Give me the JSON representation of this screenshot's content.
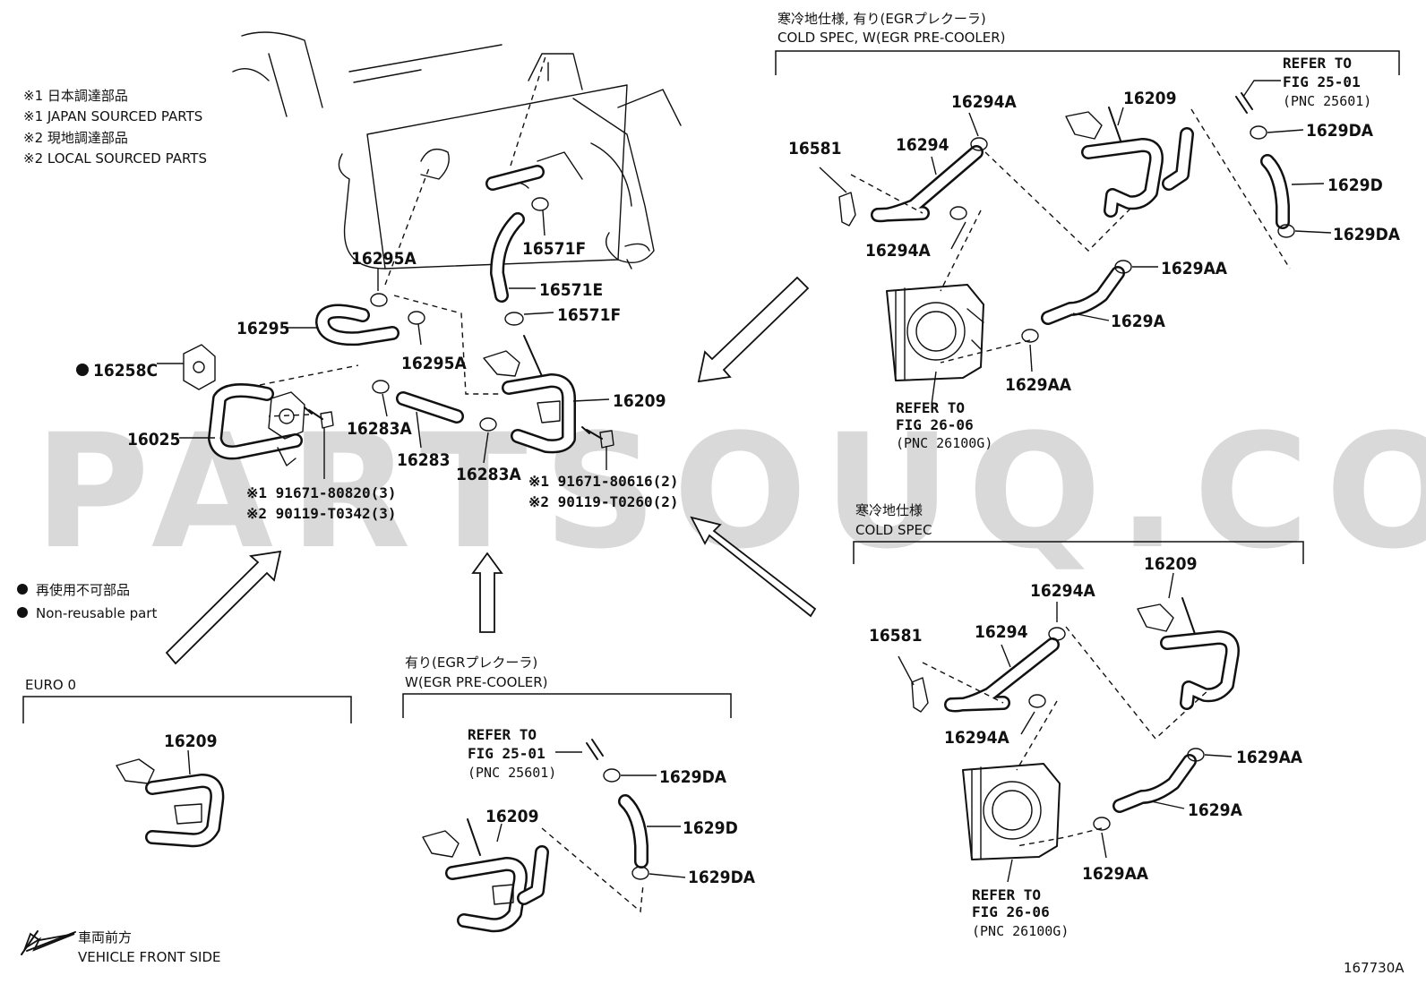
{
  "watermark": "PARTSOUQ.COM",
  "figure_number": "167730A",
  "legend": {
    "jp1": "※1 日本調達部品",
    "en1": "※1 JAPAN SOURCED PARTS",
    "jp2": "※2 現地調達部品",
    "en2": "※2 LOCAL SOURCED PARTS",
    "nonreuse_jp": "再使用不可部品",
    "nonreuse_en": "Non-reusable part",
    "vehicle_front_jp": "車両前方",
    "vehicle_front_en": "VEHICLE FRONT SIDE"
  },
  "main_parts": {
    "p16295A_top": "16295A",
    "p16295": "16295",
    "p16295A_bot": "16295A",
    "p16258C": "16258C",
    "p16025": "16025",
    "p16571F_top": "16571F",
    "p16571E": "16571E",
    "p16571F_bot": "16571F",
    "p16209": "16209",
    "p16283A_l": "16283A",
    "p16283": "16283",
    "p16283A_r": "16283A",
    "bolt_left_1": "※1 91671-80820(3)",
    "bolt_left_2": "※2 90119-T0342(3)",
    "bolt_right_1": "※1 91671-80616(2)",
    "bolt_right_2": "※2 90119-T0260(2)"
  },
  "section_cold_egr": {
    "title_jp": "寒冷地仕様, 有り(EGRプレクーラ)",
    "title_en": "COLD SPEC, W(EGR PRE-COOLER)",
    "refer_top": [
      "REFER TO",
      "FIG 25-01",
      "(PNC 25601)"
    ],
    "refer_bottom": [
      "REFER TO",
      "FIG 26-06",
      "(PNC 26100G)"
    ],
    "parts": {
      "p16294A_top": "16294A",
      "p16209": "16209",
      "p16581": "16581",
      "p16294": "16294",
      "p16294A_bot": "16294A",
      "p1629DA_top": "1629DA",
      "p1629D": "1629D",
      "p1629DA_bot": "1629DA",
      "p1629AA_top": "1629AA",
      "p1629A": "1629A",
      "p1629AA_bot": "1629AA"
    }
  },
  "section_cold": {
    "title_jp": "寒冷地仕様",
    "title_en": "COLD SPEC",
    "refer": [
      "REFER TO",
      "FIG 26-06",
      "(PNC 26100G)"
    ],
    "parts": {
      "p16209": "16209",
      "p16294A_top": "16294A",
      "p16581": "16581",
      "p16294": "16294",
      "p16294A_bot": "16294A",
      "p1629AA_top": "1629AA",
      "p1629A": "1629A",
      "p1629AA_bot": "1629AA"
    }
  },
  "section_euro0": {
    "title": "EURO 0",
    "parts": {
      "p16209": "16209"
    }
  },
  "section_egr": {
    "title_jp": "有り(EGRプレクーラ)",
    "title_en": "W(EGR PRE-COOLER)",
    "refer": [
      "REFER TO",
      "FIG 25-01",
      "(PNC 25601)"
    ],
    "parts": {
      "p16209": "16209",
      "p1629DA_top": "1629DA",
      "p1629D": "1629D",
      "p1629DA_bot": "1629DA"
    }
  }
}
